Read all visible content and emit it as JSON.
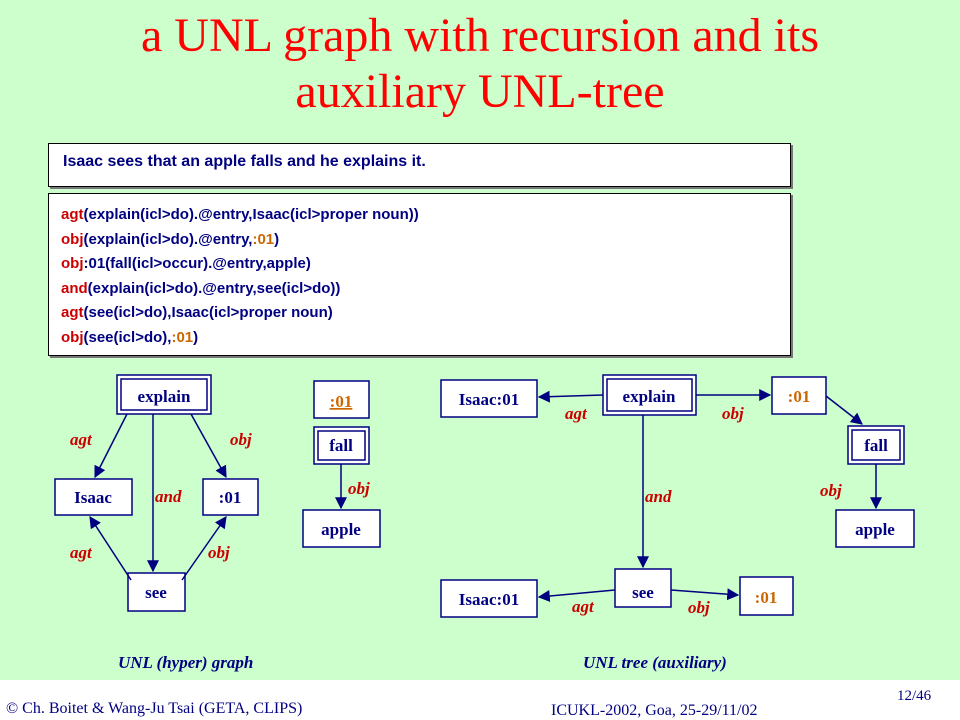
{
  "title_line1": "a UNL graph with recursion and  its",
  "title_line2": "auxiliary UNL-tree",
  "sentence": "Isaac sees that an apple falls and he explains it.",
  "unl_lines": [
    {
      "rel": "agt",
      "text": "(explain(icl>do).@entry,Isaac(icl>proper noun))"
    },
    {
      "rel": "obj",
      "text": "(explain(icl>do).@entry,",
      "ref": ":01",
      "tail": ")"
    },
    {
      "rel": "obj",
      "text": ":01(fall(icl>occur).@entry,apple)"
    },
    {
      "rel": "and",
      "text": "(explain(icl>do).@entry,see(icl>do))"
    },
    {
      "rel": "agt",
      "text": "(see(icl>do),Isaac(icl>proper noun)"
    },
    {
      "rel": "obj",
      "text": "(see(icl>do),",
      "ref": ":01",
      "tail": ")"
    }
  ],
  "hyper_graph": {
    "nodes": {
      "explain": "explain",
      "isaac": "Isaac",
      "ref": ":01",
      "see": "see"
    },
    "edges": {
      "agt1": "agt",
      "obj1": "obj",
      "and": "and",
      "agt2": "agt",
      "obj2": "obj"
    },
    "caption": "UNL (hyper) graph"
  },
  "subgraph": {
    "label": ":01",
    "nodes": {
      "fall": "fall",
      "apple": "apple"
    },
    "edge": "obj"
  },
  "tree": {
    "nodes": {
      "isaac1": "Isaac:01",
      "explain": "explain",
      "ref1": ":01",
      "fall": "fall",
      "apple": "apple",
      "see": "see",
      "isaac2": "Isaac:01",
      "ref2": ":01"
    },
    "edges": {
      "agt1": "agt",
      "obj1": "obj",
      "obj_fall": "obj",
      "and": "and",
      "agt2": "agt",
      "obj2": "obj"
    },
    "caption": "UNL tree (auxiliary)"
  },
  "footer": {
    "copyright": "© Ch. Boitet & Wang-Ju Tsai (GETA, CLIPS)",
    "venue": "ICUKL-2002, Goa, 25-29/11/02",
    "page": "12/46"
  },
  "colors": {
    "background": "#ccffcc",
    "title": "#ff0000",
    "text": "#000080",
    "relation": "#cc0000",
    "reference": "#cc6600"
  }
}
